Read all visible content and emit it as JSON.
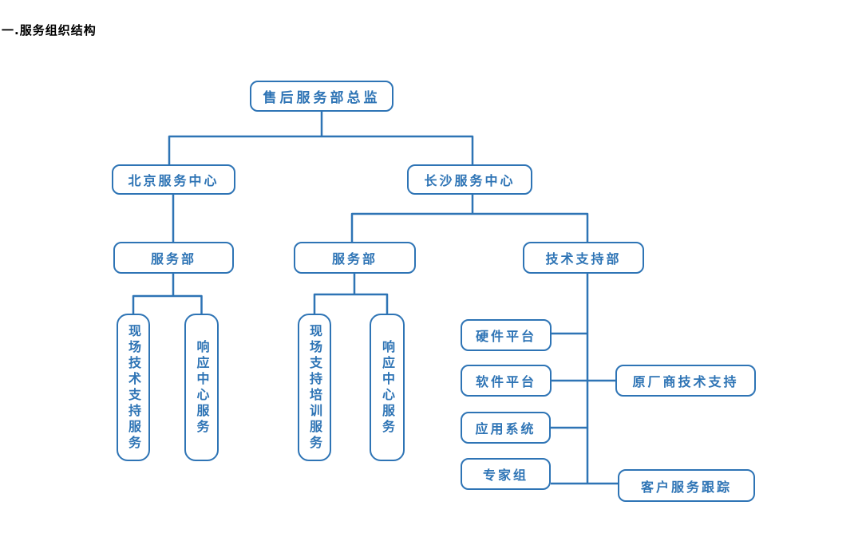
{
  "page": {
    "heading": "一.服务组织结构"
  },
  "colors": {
    "accent_blue": "#2E74B5",
    "background": "#FFFFFF",
    "heading_text": "#000000"
  },
  "org_chart": {
    "type": "org-chart",
    "nodes": {
      "director": "售后服务部总监",
      "beijing_center": "北京服务中心",
      "changsha_center": "长沙服务中心",
      "beijing_service_dept": "服务部",
      "changsha_service_dept": "服务部",
      "tech_support_dept": "技术支持部",
      "beijing_onsite_tech_support_service": "现场技术支持服务",
      "beijing_response_center_service": "响应中心服务",
      "changsha_onsite_support_training_service": "现场支持培训服务",
      "changsha_response_center_service": "响应中心服务",
      "hardware_platform": "硬件平台",
      "software_platform": "软件平台",
      "application_system": "应用系统",
      "expert_group": "专家组",
      "oem_technical_support": "原厂商技术支持",
      "customer_service_tracking": "客户服务跟踪"
    },
    "edges": [
      [
        "director",
        "beijing_center"
      ],
      [
        "director",
        "changsha_center"
      ],
      [
        "beijing_center",
        "beijing_service_dept"
      ],
      [
        "changsha_center",
        "changsha_service_dept"
      ],
      [
        "changsha_center",
        "tech_support_dept"
      ],
      [
        "beijing_service_dept",
        "beijing_onsite_tech_support_service"
      ],
      [
        "beijing_service_dept",
        "beijing_response_center_service"
      ],
      [
        "changsha_service_dept",
        "changsha_onsite_support_training_service"
      ],
      [
        "changsha_service_dept",
        "changsha_response_center_service"
      ],
      [
        "tech_support_dept",
        "hardware_platform"
      ],
      [
        "tech_support_dept",
        "software_platform"
      ],
      [
        "tech_support_dept",
        "application_system"
      ],
      [
        "tech_support_dept",
        "expert_group"
      ],
      [
        "software_platform",
        "oem_technical_support"
      ],
      [
        "expert_group",
        "customer_service_tracking"
      ]
    ]
  }
}
